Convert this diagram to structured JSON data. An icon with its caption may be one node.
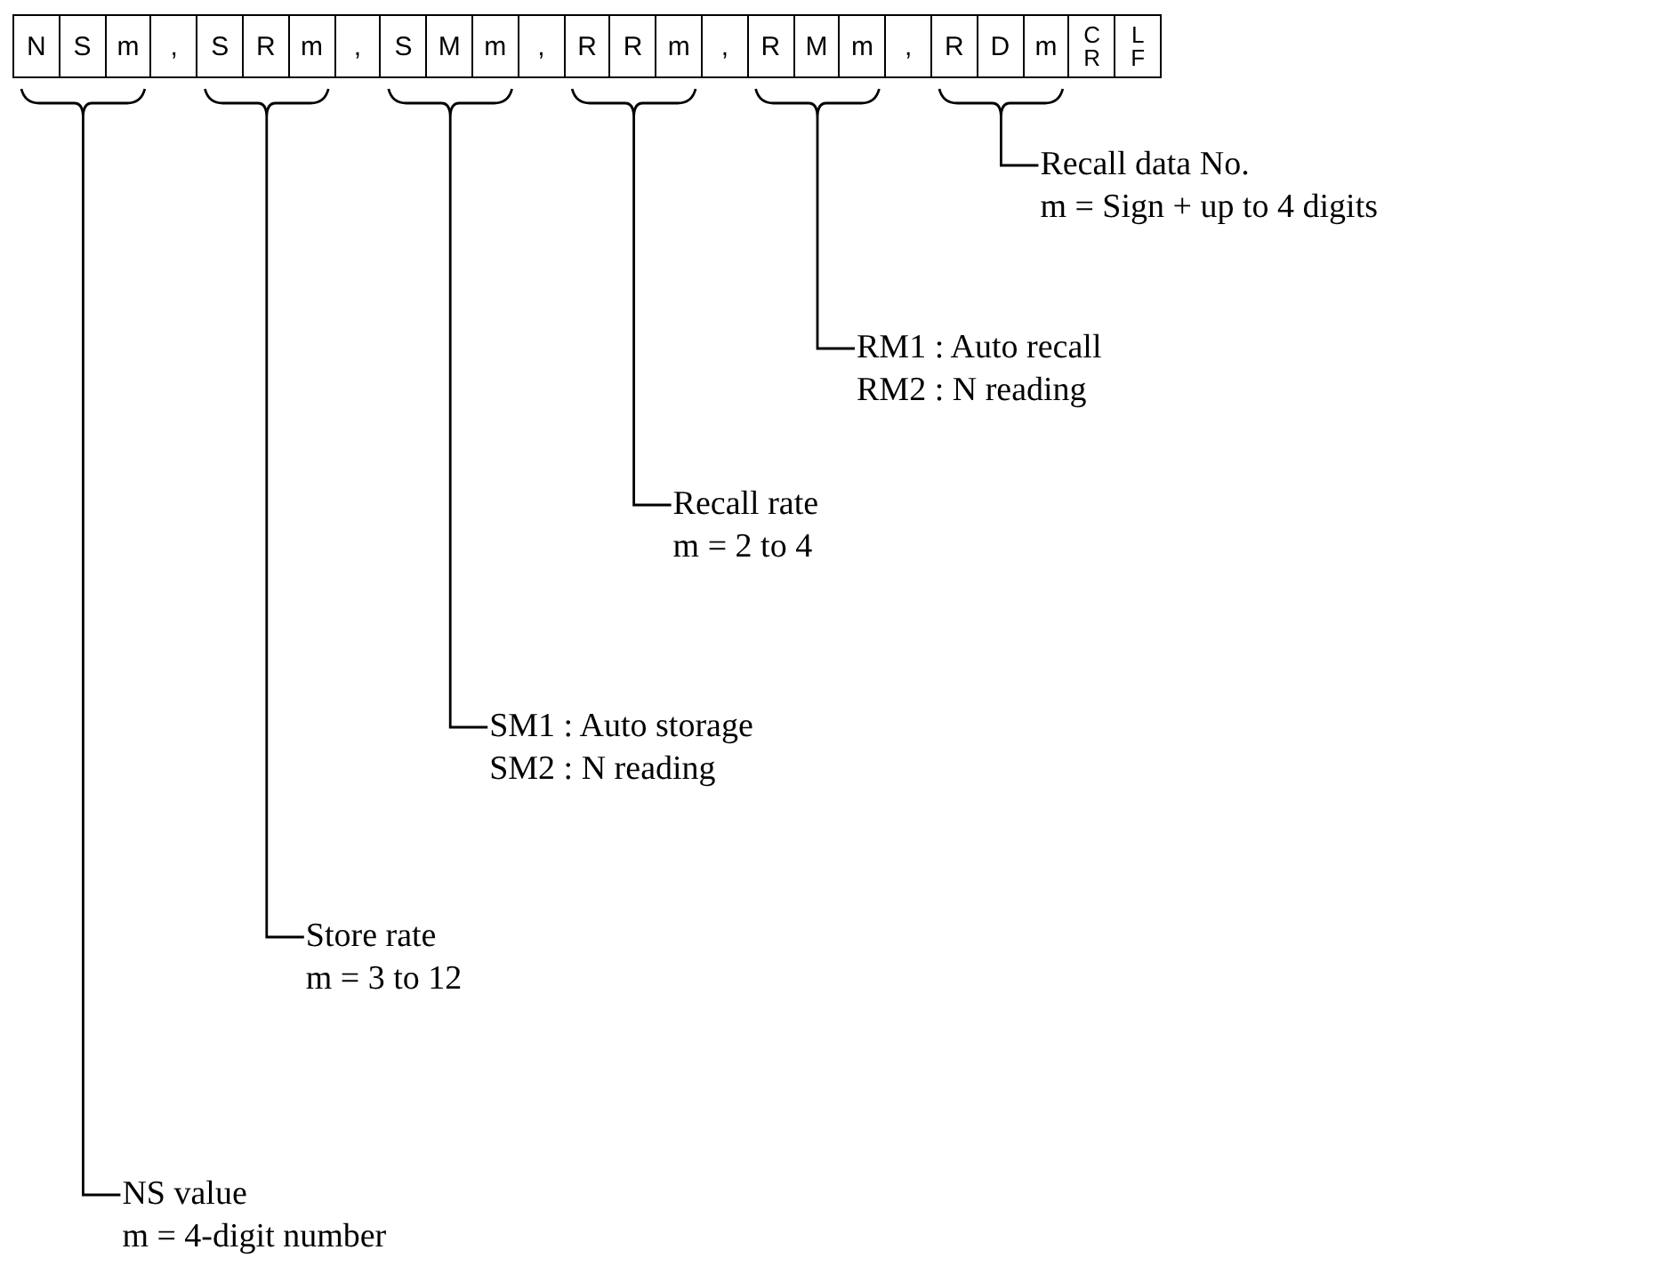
{
  "diagram": {
    "nodes": [
      {
        "text": [],
        "shape": "brace"
      },
      {
        "text": [],
        "shape": "brace"
      },
      {
        "text": [],
        "shape": "brace"
      },
      {
        "text": [],
        "shape": "brace"
      },
      {
        "text": [],
        "shape": "brace"
      },
      {
        "text": [],
        "shape": "brace"
      },
      {
        "text": [
          "Recall data No.",
          "m = Sign + up to 4 digits"
        ]
      },
      {
        "text": [
          "RM1 : Auto recall",
          "RM2 : N reading"
        ]
      },
      {
        "text": [
          "Recall rate",
          "m = 2 to 4"
        ]
      },
      {
        "text": [
          "SM1 : Auto storage",
          "SM2 : N reading"
        ]
      },
      {
        "text": [
          "Store rate",
          "m = 3 to 12"
        ]
      },
      {
        "text": [
          "NS value",
          "m = 4-digit number"
        ]
      }
    ],
    "edges": [
      {
        "from": 6,
        "to": 5,
        "arrow": "none"
      },
      {
        "from": 7,
        "to": 4,
        "arrow": "none"
      },
      {
        "from": 8,
        "to": 3,
        "arrow": "none"
      },
      {
        "from": 9,
        "to": 2,
        "arrow": "none"
      },
      {
        "from": 10,
        "to": 1,
        "arrow": "none"
      },
      {
        "from": 11,
        "to": 0,
        "arrow": "none"
      }
    ],
    "labels": [
      "N",
      "S",
      "m",
      ",",
      "S",
      "R",
      "m",
      ",",
      "S",
      "M",
      "m",
      ",",
      "R",
      "R",
      "m",
      ",",
      "R",
      "M",
      "m",
      ",",
      "R",
      "D",
      "m",
      "C R",
      "L F"
    ]
  }
}
